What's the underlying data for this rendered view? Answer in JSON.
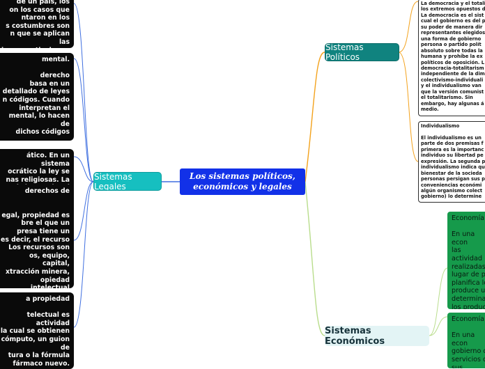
{
  "central": {
    "title": "Los sistemas políticos, económicos y legales"
  },
  "topics": {
    "politicos": "Sistemas Políticos",
    "legales": "Sistemas Legales",
    "economicos": "Sistemas Económicos"
  },
  "legal_notes": [
    "de un país, los\non los casos que\nntaron en los\ns costumbres son\nn que se aplican las\niones particulares.",
    "mental.\n\n derecho\n basa en un\ndetallado de leyes\nn códigos. Cuando\ninterpretan el\nmental, lo hacen de\ndichos códigos",
    "ático. En un sistema\nocrático la ley se\nnas religiosas. La\ns el sistema legal\ns extendido en el\nmo",
    "derechos de\n\n\negal, propiedad es\nbre el que un\npresa tiene un\n es decir, el recurso\nLos recursos son\nos, equipo, capital,\nxtracción minera,\nopiedad intelectual\ndas por patentes,\ngistro de marcas).",
    "a propiedad\n\ntelectual es\n actividad\n la cual se obtienen\ncómputo, un guion de\ntura o la fórmula\n fármaco nuevo."
  ],
  "political_notes": [
    "La democracia y el totali\nlos extremos opuestos d\nLa democracia es el sist\ncual el gobierno es del p\nsu poder de manera dir\nrepresentantes elegidos\nuna forma de gobierno \npersona o partido polít\nabsoluto sobre todas la\nhumana y prohíbe la ex\npolíticos de oposición. L\ndemocracia-totalitarism\nindependiente de la dim\ncolectivismo-individuali\ny el individualismo van \nque la versión comunist\nel totalitarismo. Sin\nembargo, hay algunas á\nmedio.",
    "Individualismo\n\nEl individualismo es un \nparte de dos premisas f\nprimera es la importanc\nindividuo su libertad pe\nexpresión. La segunda p\nindividualismo indica qu\nbienestar de la socieda\npersonas persigan sus p\nconveniencias económi\nalgún organismo colect\ngobierno) lo determine"
  ],
  "economic_notes": [
    "Economía c\n\nEn una econ\nlas actividad\nrealizadas p\nlugar de pe\nplanifica los\nproduce un\ndeterminan\nlos product\nprecios",
    "Economía p\n\nEn una econ\ngobierno de\nservicios qu\nsus volúmen"
  ],
  "colors": {
    "central": "#1231e8",
    "politicos": "#10837f",
    "legales": "#16bfc0",
    "economicos": "#e3f4f5",
    "link_politicos": "#f3a21c",
    "link_legales": "#3f6fe0",
    "link_economicos": "#b9dd8c",
    "economic_note": "#169a4b"
  }
}
